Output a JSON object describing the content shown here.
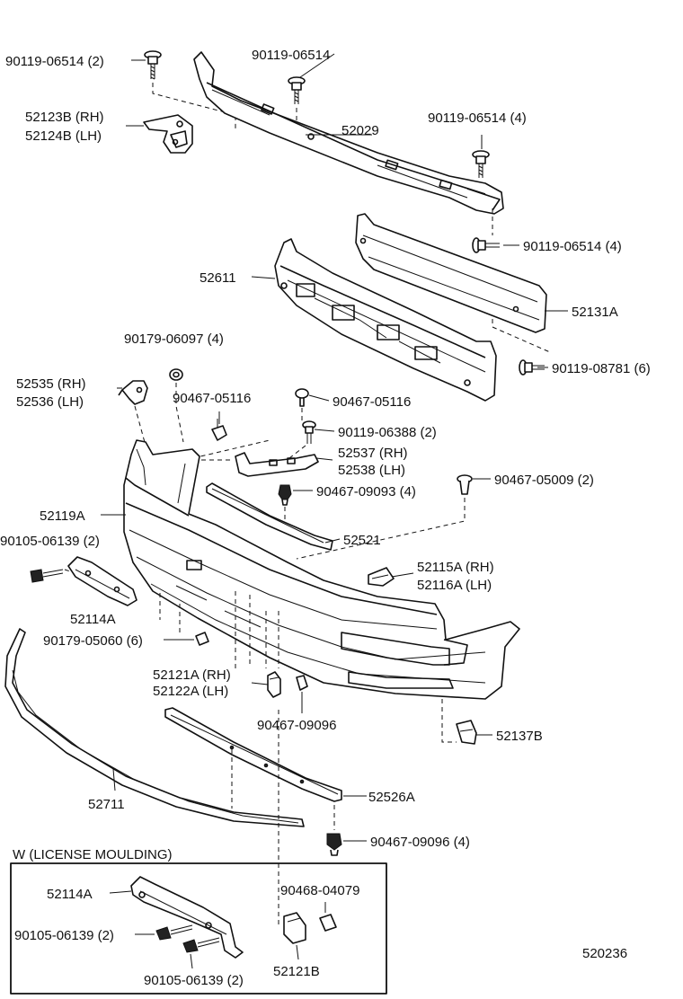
{
  "labels": {
    "l_90119_06514_2": "90119-06514 (2)",
    "l_90119_06514": "90119-06514",
    "l_52123B": "52123B (RH)",
    "l_52124B": "52124B (LH)",
    "l_52029": "52029",
    "l_90119_06514_4a": "90119-06514 (4)",
    "l_90119_06514_4b": "90119-06514 (4)",
    "l_52611": "52611",
    "l_52131A": "52131A",
    "l_90179_06097": "90179-06097 (4)",
    "l_90119_08781": "90119-08781 (6)",
    "l_52535": "52535 (RH)",
    "l_52536": "52536 (LH)",
    "l_90467_05116a": "90467-05116",
    "l_90467_05116b": "90467-05116",
    "l_90119_06388": "90119-06388 (2)",
    "l_52537": "52537 (RH)",
    "l_52538": "52538 (LH)",
    "l_90467_05009": "90467-05009 (2)",
    "l_90467_09093": "90467-09093 (4)",
    "l_52119A": "52119A",
    "l_90105_06139a": "90105-06139 (2)",
    "l_52521": "52521",
    "l_52115A": "52115A (RH)",
    "l_52116A": "52116A (LH)",
    "l_52114Aa": "52114A",
    "l_90179_05060": "90179-05060 (6)",
    "l_52121A": "52121A (RH)",
    "l_52122A": "52122A (LH)",
    "l_90467_09096a": "90467-09096",
    "l_52137B": "52137B",
    "l_52711": "52711",
    "l_52526A": "52526A",
    "l_90467_09096b": "90467-09096 (4)",
    "l_inset_title": "W (LICENSE MOULDING)",
    "l_52114Ab": "52114A",
    "l_90468_04079": "90468-04079",
    "l_90105_06139b": "90105-06139 (2)",
    "l_90105_06139c": "90105-06139 (2)",
    "l_52121B": "52121B",
    "l_figure_no": "520236"
  }
}
